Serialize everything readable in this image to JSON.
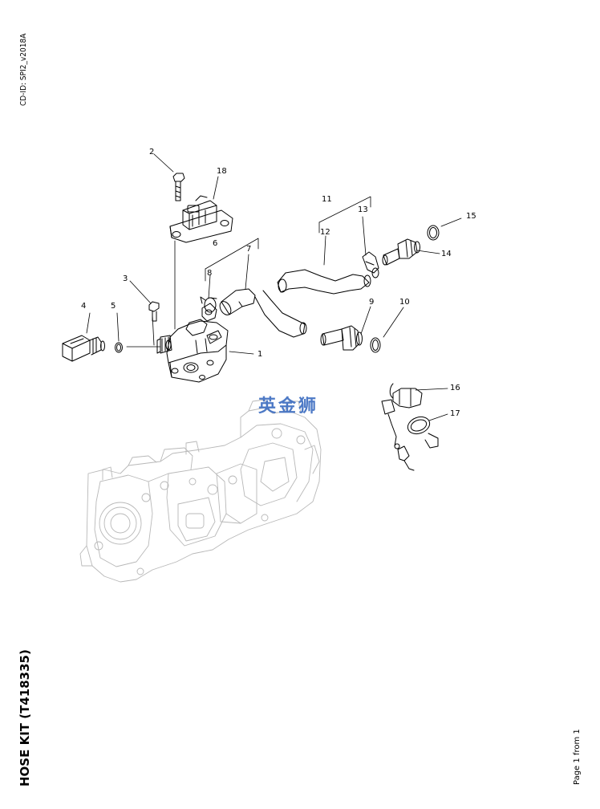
{
  "document": {
    "cd_id": "CD-ID: SPI2_v2018A",
    "title": "HOSE KIT (T418335)",
    "page_label": "Page 1 from 1"
  },
  "watermark": {
    "text": "英金狮",
    "color": "#3b6cc0"
  },
  "callouts": [
    "1",
    "2",
    "3",
    "4",
    "5",
    "6",
    "7",
    "8",
    "9",
    "10",
    "11",
    "12",
    "13",
    "14",
    "15",
    "16",
    "17",
    "18"
  ]
}
